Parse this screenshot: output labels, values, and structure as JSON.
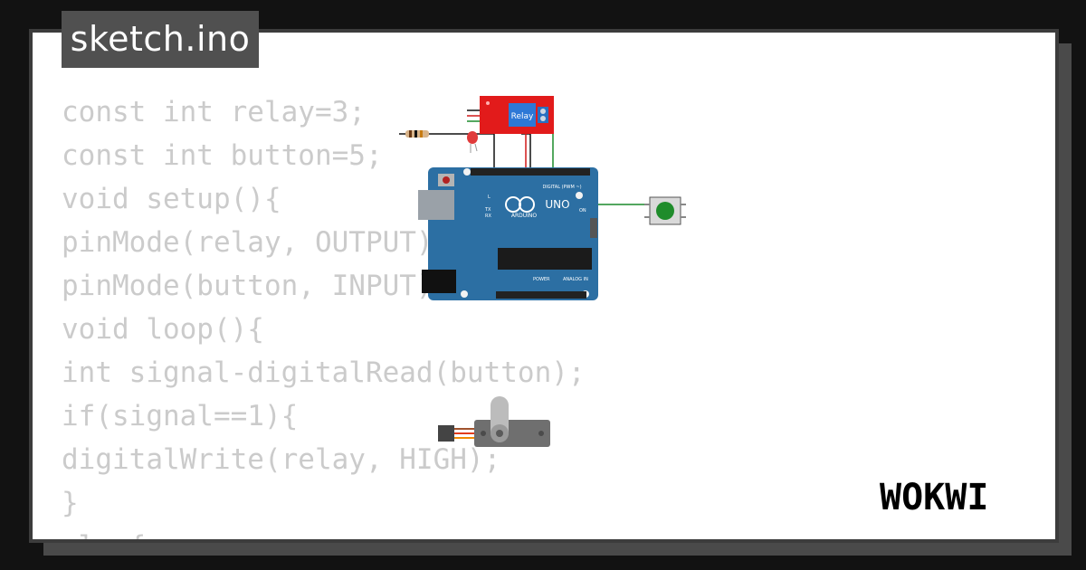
{
  "file_tab": {
    "label": "sketch.ino"
  },
  "code_lines": [
    "const int relay=3;",
    "const int button=5;",
    "void setup(){",
    "pinMode(relay, OUTPUT);",
    "pinMode(button, INPUT);}",
    "void loop(){",
    "int signal-digitalRead(button);",
    "if(signal==1){",
    "digitalWrite(relay, HIGH);",
    "}",
    "else{"
  ],
  "circuit": {
    "relay_module_label": "Relay",
    "arduino_board_label": "UNO",
    "arduino_brand": "ARDUINO",
    "digital_label": "DIGITAL (PWM ~)",
    "power_label": "POWER",
    "analog_label": "ANALOG IN",
    "on_label": "ON",
    "tx_label": "TX",
    "rx_label": "RX",
    "l_label": "L"
  },
  "brand": {
    "name": "WOKWI"
  },
  "colors": {
    "background": "#121212",
    "tab": "#505050",
    "code_text": "#cbcbcb",
    "arduino_blue": "#2c6fa3",
    "relay_red": "#e21b1b",
    "button_green": "#1f8c2b"
  }
}
